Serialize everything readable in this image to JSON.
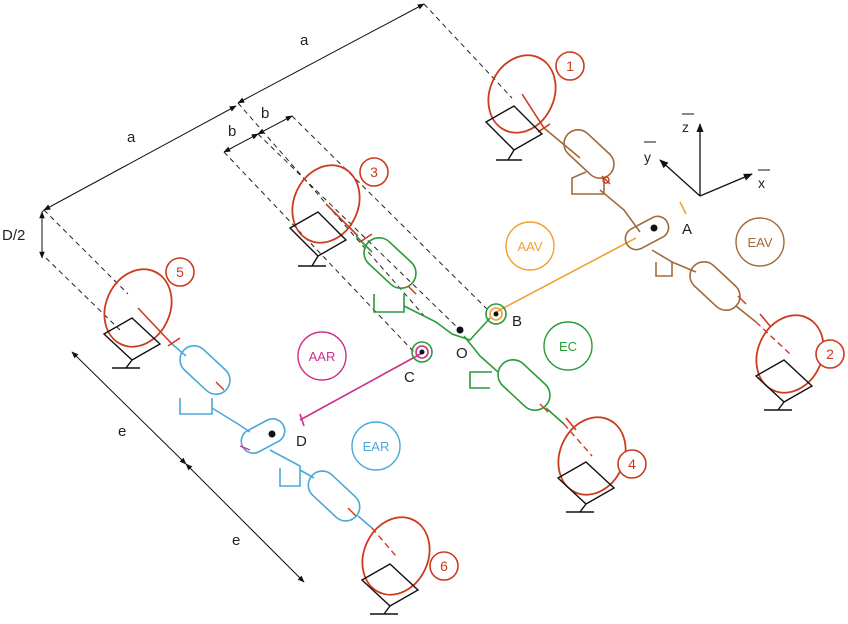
{
  "dimensions": {
    "a": "a",
    "b": "b",
    "d_half": "D/2",
    "e": "e"
  },
  "points": {
    "A": "A",
    "B": "B",
    "C": "C",
    "D": "D",
    "O": "O"
  },
  "axes": {
    "x": "x",
    "y": "y",
    "z": "z"
  },
  "groups": {
    "aav": {
      "label": "AAV",
      "color": "#f0a030"
    },
    "eav": {
      "label": "EAV",
      "color": "#a06a3a"
    },
    "ec": {
      "label": "EC",
      "color": "#2a9a3a"
    },
    "aar": {
      "label": "AAR",
      "color": "#cc2f8a"
    },
    "ear": {
      "label": "EAR",
      "color": "#4aa8d8"
    }
  },
  "wheels": [
    "1",
    "2",
    "3",
    "4",
    "5",
    "6"
  ],
  "colors": {
    "wheel": "#cc3b1e",
    "ground": "#111111"
  }
}
